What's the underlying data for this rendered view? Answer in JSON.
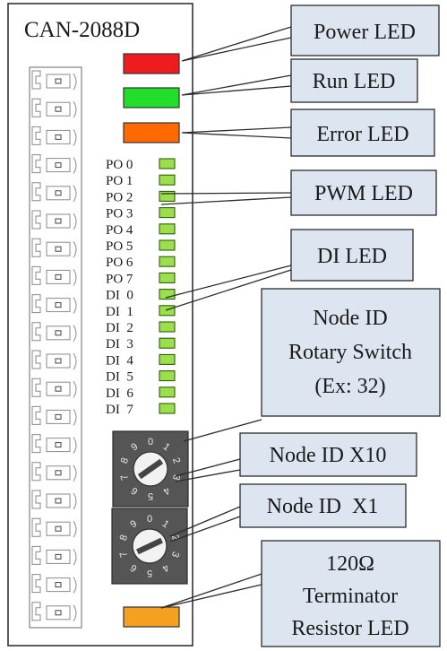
{
  "device": {
    "model": "CAN-2088D",
    "colors": {
      "power_led": "#ee1c1c",
      "run_led": "#22dd2a",
      "error_led": "#ff6a00",
      "io_led": "#9be04a",
      "terminator_led": "#f5a021",
      "callout_fill": "#dde5f1",
      "switch_body": "#555555"
    },
    "led_groups": [
      {
        "name": "PO 0"
      },
      {
        "name": "PO 1"
      },
      {
        "name": "PO 2"
      },
      {
        "name": "PO 3"
      },
      {
        "name": "PO 4"
      },
      {
        "name": "PO 5"
      },
      {
        "name": "PO 6"
      },
      {
        "name": "PO 7"
      },
      {
        "name": "DI  0"
      },
      {
        "name": "DI  1"
      },
      {
        "name": "DI  2"
      },
      {
        "name": "DI  3"
      },
      {
        "name": "DI  4"
      },
      {
        "name": "DI  5"
      },
      {
        "name": "DI  6"
      },
      {
        "name": "DI  7"
      }
    ],
    "rotary_switch_digits": [
      "0",
      "1",
      "2",
      "3",
      "4",
      "5",
      "6",
      "7",
      "8",
      "9"
    ],
    "terminal_count": 20
  },
  "callouts": {
    "power_led": "Power LED",
    "run_led": "Run LED",
    "error_led": "Error LED",
    "pwm_led": "PWM LED",
    "di_led": "DI LED",
    "node_id_switch": [
      "Node ID",
      "Rotary Switch",
      "(Ex: 32)"
    ],
    "node_id_x10": "Node ID X10",
    "node_id_x1": "Node ID  X1",
    "terminator": [
      "120Ω",
      "Terminator",
      "Resistor LED"
    ]
  }
}
